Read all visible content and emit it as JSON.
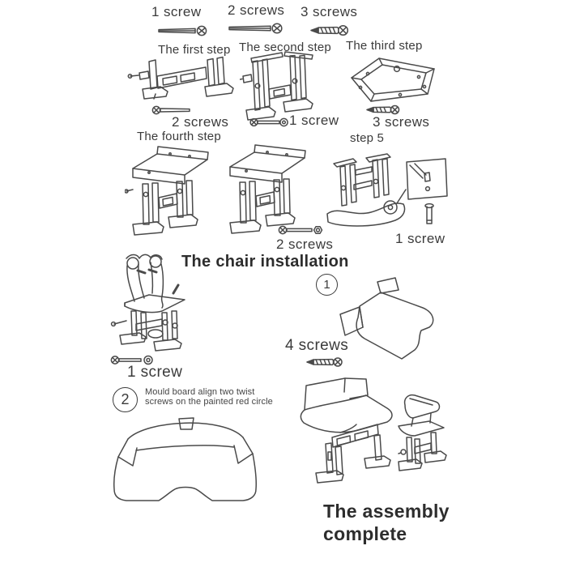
{
  "colors": {
    "background": "#ffffff",
    "ink": "#3b3b3b",
    "line": "#4a4a4a"
  },
  "screw_legend": [
    {
      "label": "1 screw",
      "icon": "machine-screw-icon"
    },
    {
      "label": "2 screws",
      "icon": "machine-screw-icon"
    },
    {
      "label": "3 screws",
      "icon": "tapping-screw-icon"
    }
  ],
  "steps": [
    {
      "title": "The first step",
      "screw_label": "2 screws"
    },
    {
      "title": "The second step",
      "screw_label": "1 screw"
    },
    {
      "title": "The third step",
      "screw_label": "3 screws"
    },
    {
      "title": "The fourth step",
      "screw_label": "2 screws"
    },
    {
      "title": "step 5",
      "screw_label": "1 screw"
    }
  ],
  "chair_installation": {
    "heading": "The chair installation",
    "substep1": {
      "number": "1",
      "screw_label": "1 screw"
    },
    "panel": {
      "screw_label": "4 screws"
    },
    "substep2": {
      "number": "2",
      "note_line1": "Mould board align two twist",
      "note_line2": "screws on the painted red circle"
    }
  },
  "completion": {
    "line1": "The assembly",
    "line2": "complete"
  },
  "icons": {
    "machine_screw": "long horizontal screw, round slotted head",
    "tapping_screw": "pointed self-tapping screw with threads",
    "bolt_with_nut": "bolt with separate hex nut",
    "vertical_screw": "upright screw, head on top"
  }
}
